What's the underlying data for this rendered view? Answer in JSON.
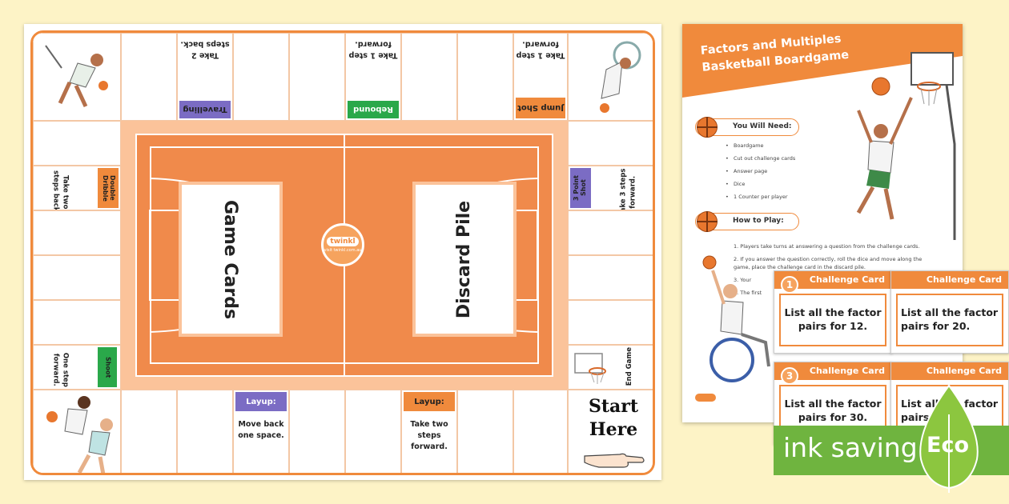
{
  "board": {
    "start_here": "Start Here",
    "game_cards": "Game Cards",
    "discard_pile": "Discard Pile",
    "logo": "twinkl",
    "logo_tag": "visit twinkl.com.au",
    "colors": {
      "orange": "#f08a3c",
      "purple": "#7b6cc4",
      "green": "#2aa84a"
    },
    "squares": [
      {
        "label": "Travelling",
        "text": "Take 2 steps back."
      },
      {
        "label": "Rebound",
        "text": "Take 1 step forward."
      },
      {
        "label": "Jump Shot",
        "text": "Take 1 step forward."
      },
      {
        "label": "Double Dribble",
        "text": "Take two steps back."
      },
      {
        "label": "3 Point Shot",
        "text": "Take 3 steps forward."
      },
      {
        "label": "Shoot",
        "text": "One step forward."
      },
      {
        "label": "End Game",
        "text": ""
      },
      {
        "label": "Layup:",
        "text": "Move back one space."
      },
      {
        "label": "Layup:",
        "text": "Take two steps forward."
      }
    ]
  },
  "sheet": {
    "title_line1": "Factors and Multiples",
    "title_line2": "Basketball Boardgame",
    "you_will_need": "You Will Need:",
    "need_items": [
      "Boardgame",
      "Cut out challenge cards",
      "Answer page",
      "Dice",
      "1 Counter per player"
    ],
    "how_to_play": "How to Play:",
    "play_items": [
      "1.  Players take turns at answering a question from the challenge cards.",
      "2.  If you answer the question correctly, roll the dice and move along the",
      "     game, place the challenge card in the discard pile.",
      "3.  Your",
      "4.  The first"
    ]
  },
  "challenge_cards": [
    {
      "num": "1",
      "title": "Challenge Card",
      "text": "List all the factor pairs for 12."
    },
    {
      "num": "",
      "title": "Challenge Card",
      "text": "List all the factor pairs for 20."
    },
    {
      "num": "3",
      "title": "Challenge Card",
      "text": "List all the factor pairs for 30."
    },
    {
      "num": "",
      "title": "Challenge Card",
      "text": "List all the factor pairs for 36."
    }
  ],
  "eco": {
    "ink_saving": "ink saving",
    "eco": "Eco"
  }
}
